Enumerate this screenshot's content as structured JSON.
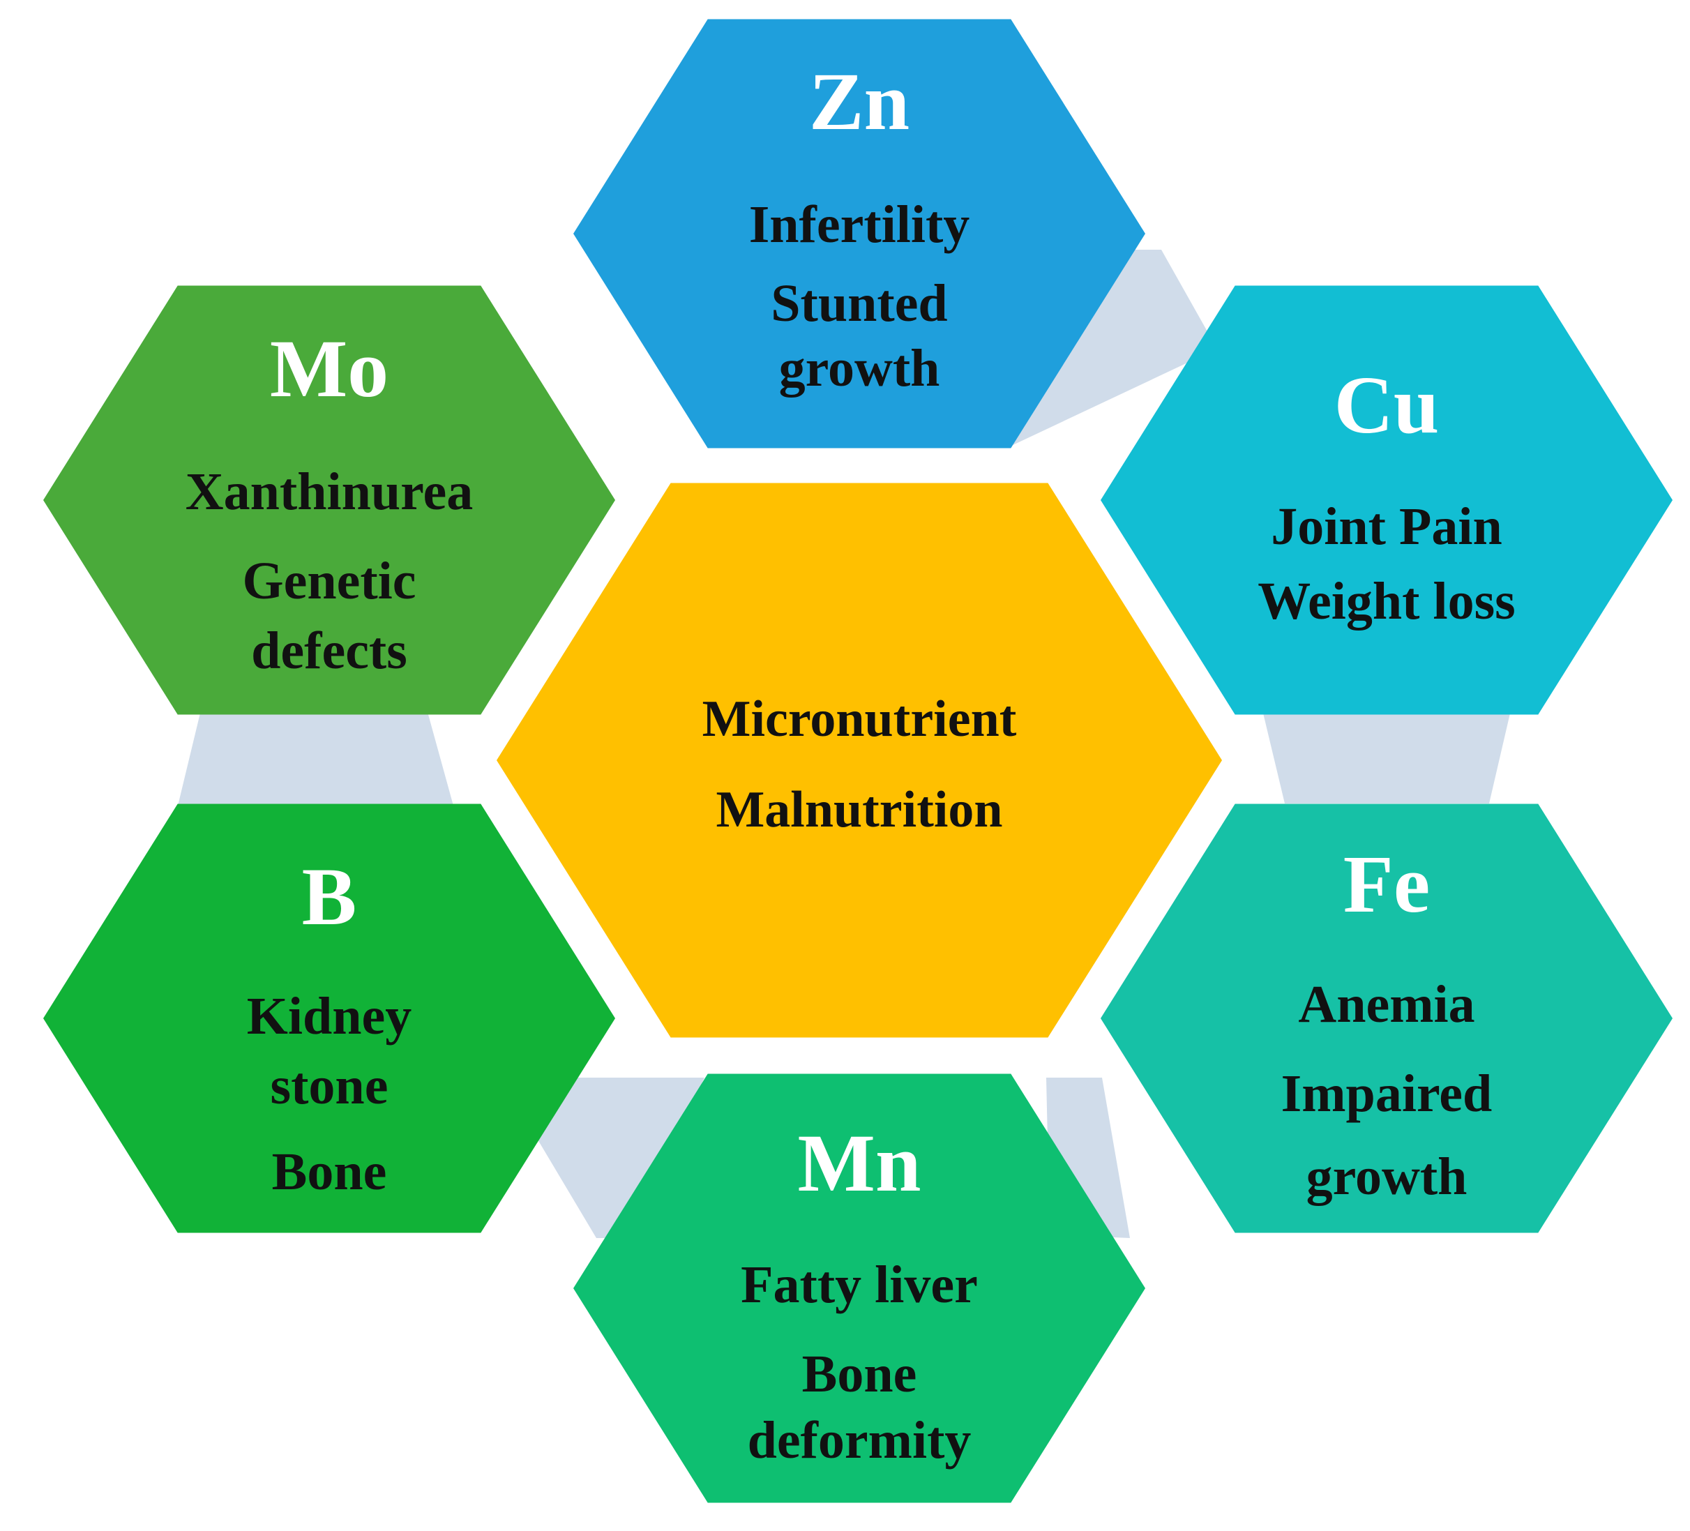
{
  "center": {
    "lines": [
      "Micronutrient",
      "Malnutrition"
    ],
    "color": "#FFC000"
  },
  "connector_color": "#D0DCEA",
  "nutrients": [
    {
      "id": "zn",
      "symbol": "Zn",
      "effects": [
        "Infertility",
        "Stunted",
        "growth"
      ],
      "color": "#1F9FDC"
    },
    {
      "id": "cu",
      "symbol": "Cu",
      "effects": [
        "Joint Pain",
        "Weight loss"
      ],
      "color": "#12BED3"
    },
    {
      "id": "fe",
      "symbol": "Fe",
      "effects": [
        "Anemia",
        "Impaired",
        "growth"
      ],
      "color": "#16C1A6"
    },
    {
      "id": "mn",
      "symbol": "Mn",
      "effects": [
        "Fatty liver",
        "Bone",
        "deformity"
      ],
      "color": "#0EBF71"
    },
    {
      "id": "b",
      "symbol": "B",
      "effects": [
        "Kidney",
        "stone",
        "Bone"
      ],
      "color": "#11B237"
    },
    {
      "id": "mo",
      "symbol": "Mo",
      "effects": [
        "Xanthinurea",
        "Genetic",
        "defects"
      ],
      "color": "#4AAA3A"
    }
  ]
}
